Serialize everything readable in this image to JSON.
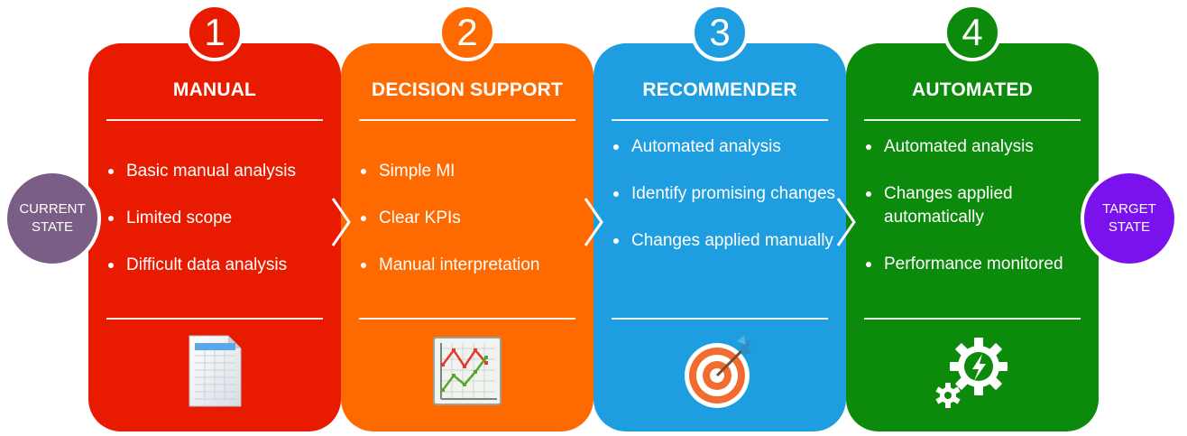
{
  "start_state": {
    "line1": "CURRENT",
    "line2": "STATE",
    "color": "#7a5e86"
  },
  "end_state": {
    "line1": "TARGET",
    "line2": "STATE",
    "color": "#7a12ee"
  },
  "stages": [
    {
      "number": "1",
      "title": "MANUAL",
      "color": "#e81a00",
      "icon": "spreadsheet-icon",
      "bullets": [
        "Basic manual analysis",
        "Limited scope",
        "Difficult data analysis"
      ]
    },
    {
      "number": "2",
      "title": "DECISION SUPPORT",
      "color": "#ff6a00",
      "icon": "line-chart-icon",
      "bullets": [
        "Simple MI",
        "Clear KPIs",
        "Manual interpretation"
      ]
    },
    {
      "number": "3",
      "title": "RECOMMENDER",
      "color": "#1e9ee0",
      "icon": "target-icon",
      "bullets": [
        "Automated analysis",
        "Identify promising changes",
        "Changes applied manually"
      ]
    },
    {
      "number": "4",
      "title": "AUTOMATED",
      "color": "#0c8a0c",
      "icon": "gear-lightning-icon",
      "bullets": [
        "Automated analysis",
        "Changes applied automatically",
        "Performance monitored"
      ]
    }
  ]
}
